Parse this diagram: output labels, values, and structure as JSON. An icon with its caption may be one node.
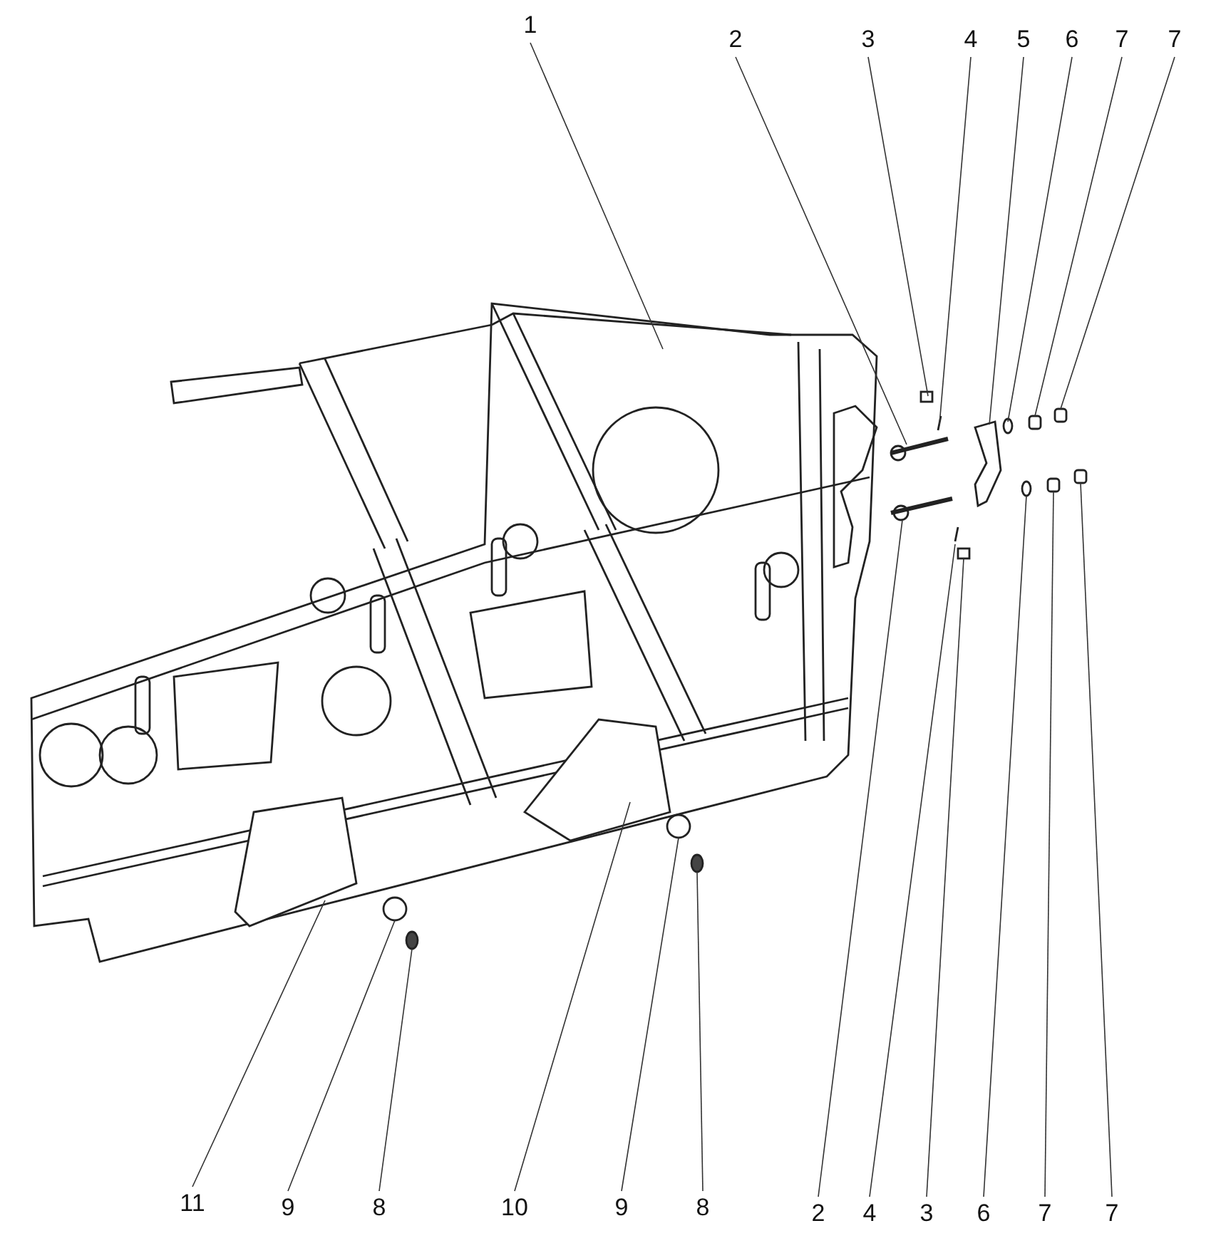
{
  "diagram": {
    "nodes": [
      {
        "text": [
          "1"
        ]
      },
      {
        "text": [
          "2"
        ]
      },
      {
        "text": [
          "3"
        ]
      },
      {
        "text": [
          "4"
        ]
      },
      {
        "text": [
          "5"
        ]
      },
      {
        "text": [
          "6"
        ]
      },
      {
        "text": [
          "7"
        ]
      },
      {
        "text": [
          "7"
        ]
      },
      {
        "text": [
          "11"
        ]
      },
      {
        "text": [
          "9"
        ]
      },
      {
        "text": [
          "8"
        ]
      },
      {
        "text": [
          "10"
        ]
      },
      {
        "text": [
          "9"
        ]
      },
      {
        "text": [
          "8"
        ]
      },
      {
        "text": [
          "2"
        ]
      },
      {
        "text": [
          "4"
        ]
      },
      {
        "text": [
          "3"
        ]
      },
      {
        "text": [
          "6"
        ]
      },
      {
        "text": [
          "7"
        ]
      },
      {
        "text": [
          "7"
        ]
      }
    ],
    "edges": [
      {
        "from": 0,
        "to": null,
        "arrow": "none"
      },
      {
        "from": 1,
        "to": null,
        "arrow": "none"
      },
      {
        "from": 2,
        "to": null,
        "arrow": "none"
      },
      {
        "from": 3,
        "to": null,
        "arrow": "none"
      },
      {
        "from": 4,
        "to": null,
        "arrow": "none"
      },
      {
        "from": 5,
        "to": null,
        "arrow": "none"
      },
      {
        "from": 6,
        "to": null,
        "arrow": "none"
      },
      {
        "from": 7,
        "to": null,
        "arrow": "none"
      },
      {
        "from": 8,
        "to": null,
        "arrow": "none"
      },
      {
        "from": 9,
        "to": null,
        "arrow": "none"
      },
      {
        "from": 10,
        "to": null,
        "arrow": "none"
      },
      {
        "from": 11,
        "to": null,
        "arrow": "none"
      },
      {
        "from": 12,
        "to": null,
        "arrow": "none"
      },
      {
        "from": 13,
        "to": null,
        "arrow": "none"
      },
      {
        "from": 14,
        "to": null,
        "arrow": "none"
      },
      {
        "from": 15,
        "to": null,
        "arrow": "none"
      },
      {
        "from": 16,
        "to": null,
        "arrow": "none"
      },
      {
        "from": 17,
        "to": null,
        "arrow": "none"
      },
      {
        "from": 18,
        "to": null,
        "arrow": "none"
      },
      {
        "from": 19,
        "to": null,
        "arrow": "none"
      }
    ]
  }
}
